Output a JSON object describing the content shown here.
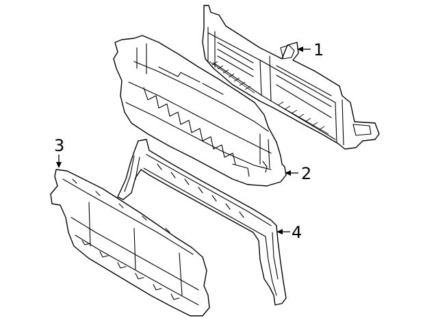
{
  "diagram": {
    "callouts": [
      {
        "id": "part-1",
        "label": "1"
      },
      {
        "id": "part-2",
        "label": "2"
      },
      {
        "id": "part-3",
        "label": "3"
      },
      {
        "id": "part-4",
        "label": "4"
      }
    ]
  }
}
